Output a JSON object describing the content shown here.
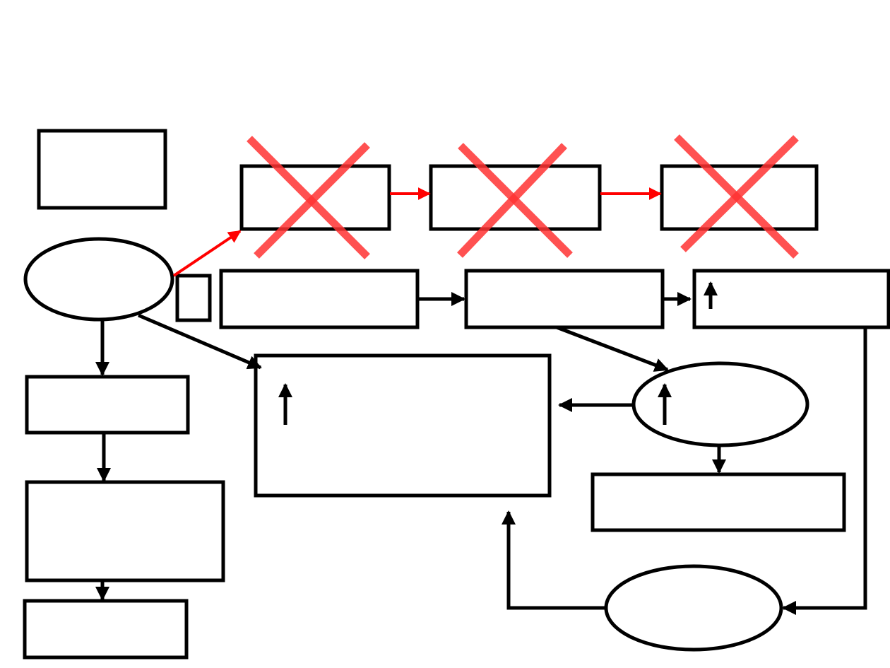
{
  "colors": {
    "background": "#ffffff",
    "stroke": "#000000",
    "active_arrow": "#ff0000",
    "cross_mark": "#ff3333"
  },
  "diagram": {
    "nodes": [
      {
        "id": "top-left-box",
        "shape": "rect",
        "label": ""
      },
      {
        "id": "start-ellipse",
        "shape": "ellipse",
        "label": ""
      },
      {
        "id": "small-box",
        "shape": "rect",
        "label": ""
      },
      {
        "id": "left-box-1",
        "shape": "rect",
        "label": ""
      },
      {
        "id": "left-box-2",
        "shape": "rect",
        "label": ""
      },
      {
        "id": "left-box-3",
        "shape": "rect",
        "label": ""
      },
      {
        "id": "crossed-box-1",
        "shape": "rect",
        "label": "",
        "crossed_out": true
      },
      {
        "id": "crossed-box-2",
        "shape": "rect",
        "label": "",
        "crossed_out": true
      },
      {
        "id": "crossed-box-3",
        "shape": "rect",
        "label": "",
        "crossed_out": true
      },
      {
        "id": "row-box-1",
        "shape": "rect",
        "label": ""
      },
      {
        "id": "row-box-2",
        "shape": "rect",
        "label": ""
      },
      {
        "id": "row-box-3",
        "shape": "rect",
        "label": "",
        "has_up_arrow": true
      },
      {
        "id": "central-box",
        "shape": "rect",
        "label": "",
        "has_up_arrow": true
      },
      {
        "id": "middle-ellipse",
        "shape": "ellipse",
        "label": "",
        "has_up_arrow": true
      },
      {
        "id": "right-box",
        "shape": "rect",
        "label": ""
      },
      {
        "id": "bottom-ellipse",
        "shape": "ellipse",
        "label": ""
      }
    ],
    "edges": [
      {
        "from": "start-ellipse",
        "to": "crossed-box-1",
        "color": "red"
      },
      {
        "from": "crossed-box-1",
        "to": "crossed-box-2",
        "color": "red"
      },
      {
        "from": "crossed-box-2",
        "to": "crossed-box-3",
        "color": "red"
      },
      {
        "from": "row-box-1",
        "to": "row-box-2",
        "color": "black"
      },
      {
        "from": "row-box-2",
        "to": "row-box-3",
        "color": "black"
      },
      {
        "from": "start-ellipse",
        "to": "left-box-1",
        "color": "black"
      },
      {
        "from": "left-box-1",
        "to": "left-box-2",
        "color": "black"
      },
      {
        "from": "left-box-2",
        "to": "left-box-3",
        "color": "black"
      },
      {
        "from": "start-ellipse",
        "to": "central-box",
        "color": "black"
      },
      {
        "from": "row-box-2",
        "to": "middle-ellipse",
        "color": "black"
      },
      {
        "from": "middle-ellipse",
        "to": "central-box",
        "color": "black"
      },
      {
        "from": "middle-ellipse",
        "to": "right-box",
        "color": "black"
      },
      {
        "from": "row-box-3",
        "to": "bottom-ellipse",
        "color": "black"
      },
      {
        "from": "bottom-ellipse",
        "to": "central-box",
        "color": "black"
      }
    ]
  }
}
